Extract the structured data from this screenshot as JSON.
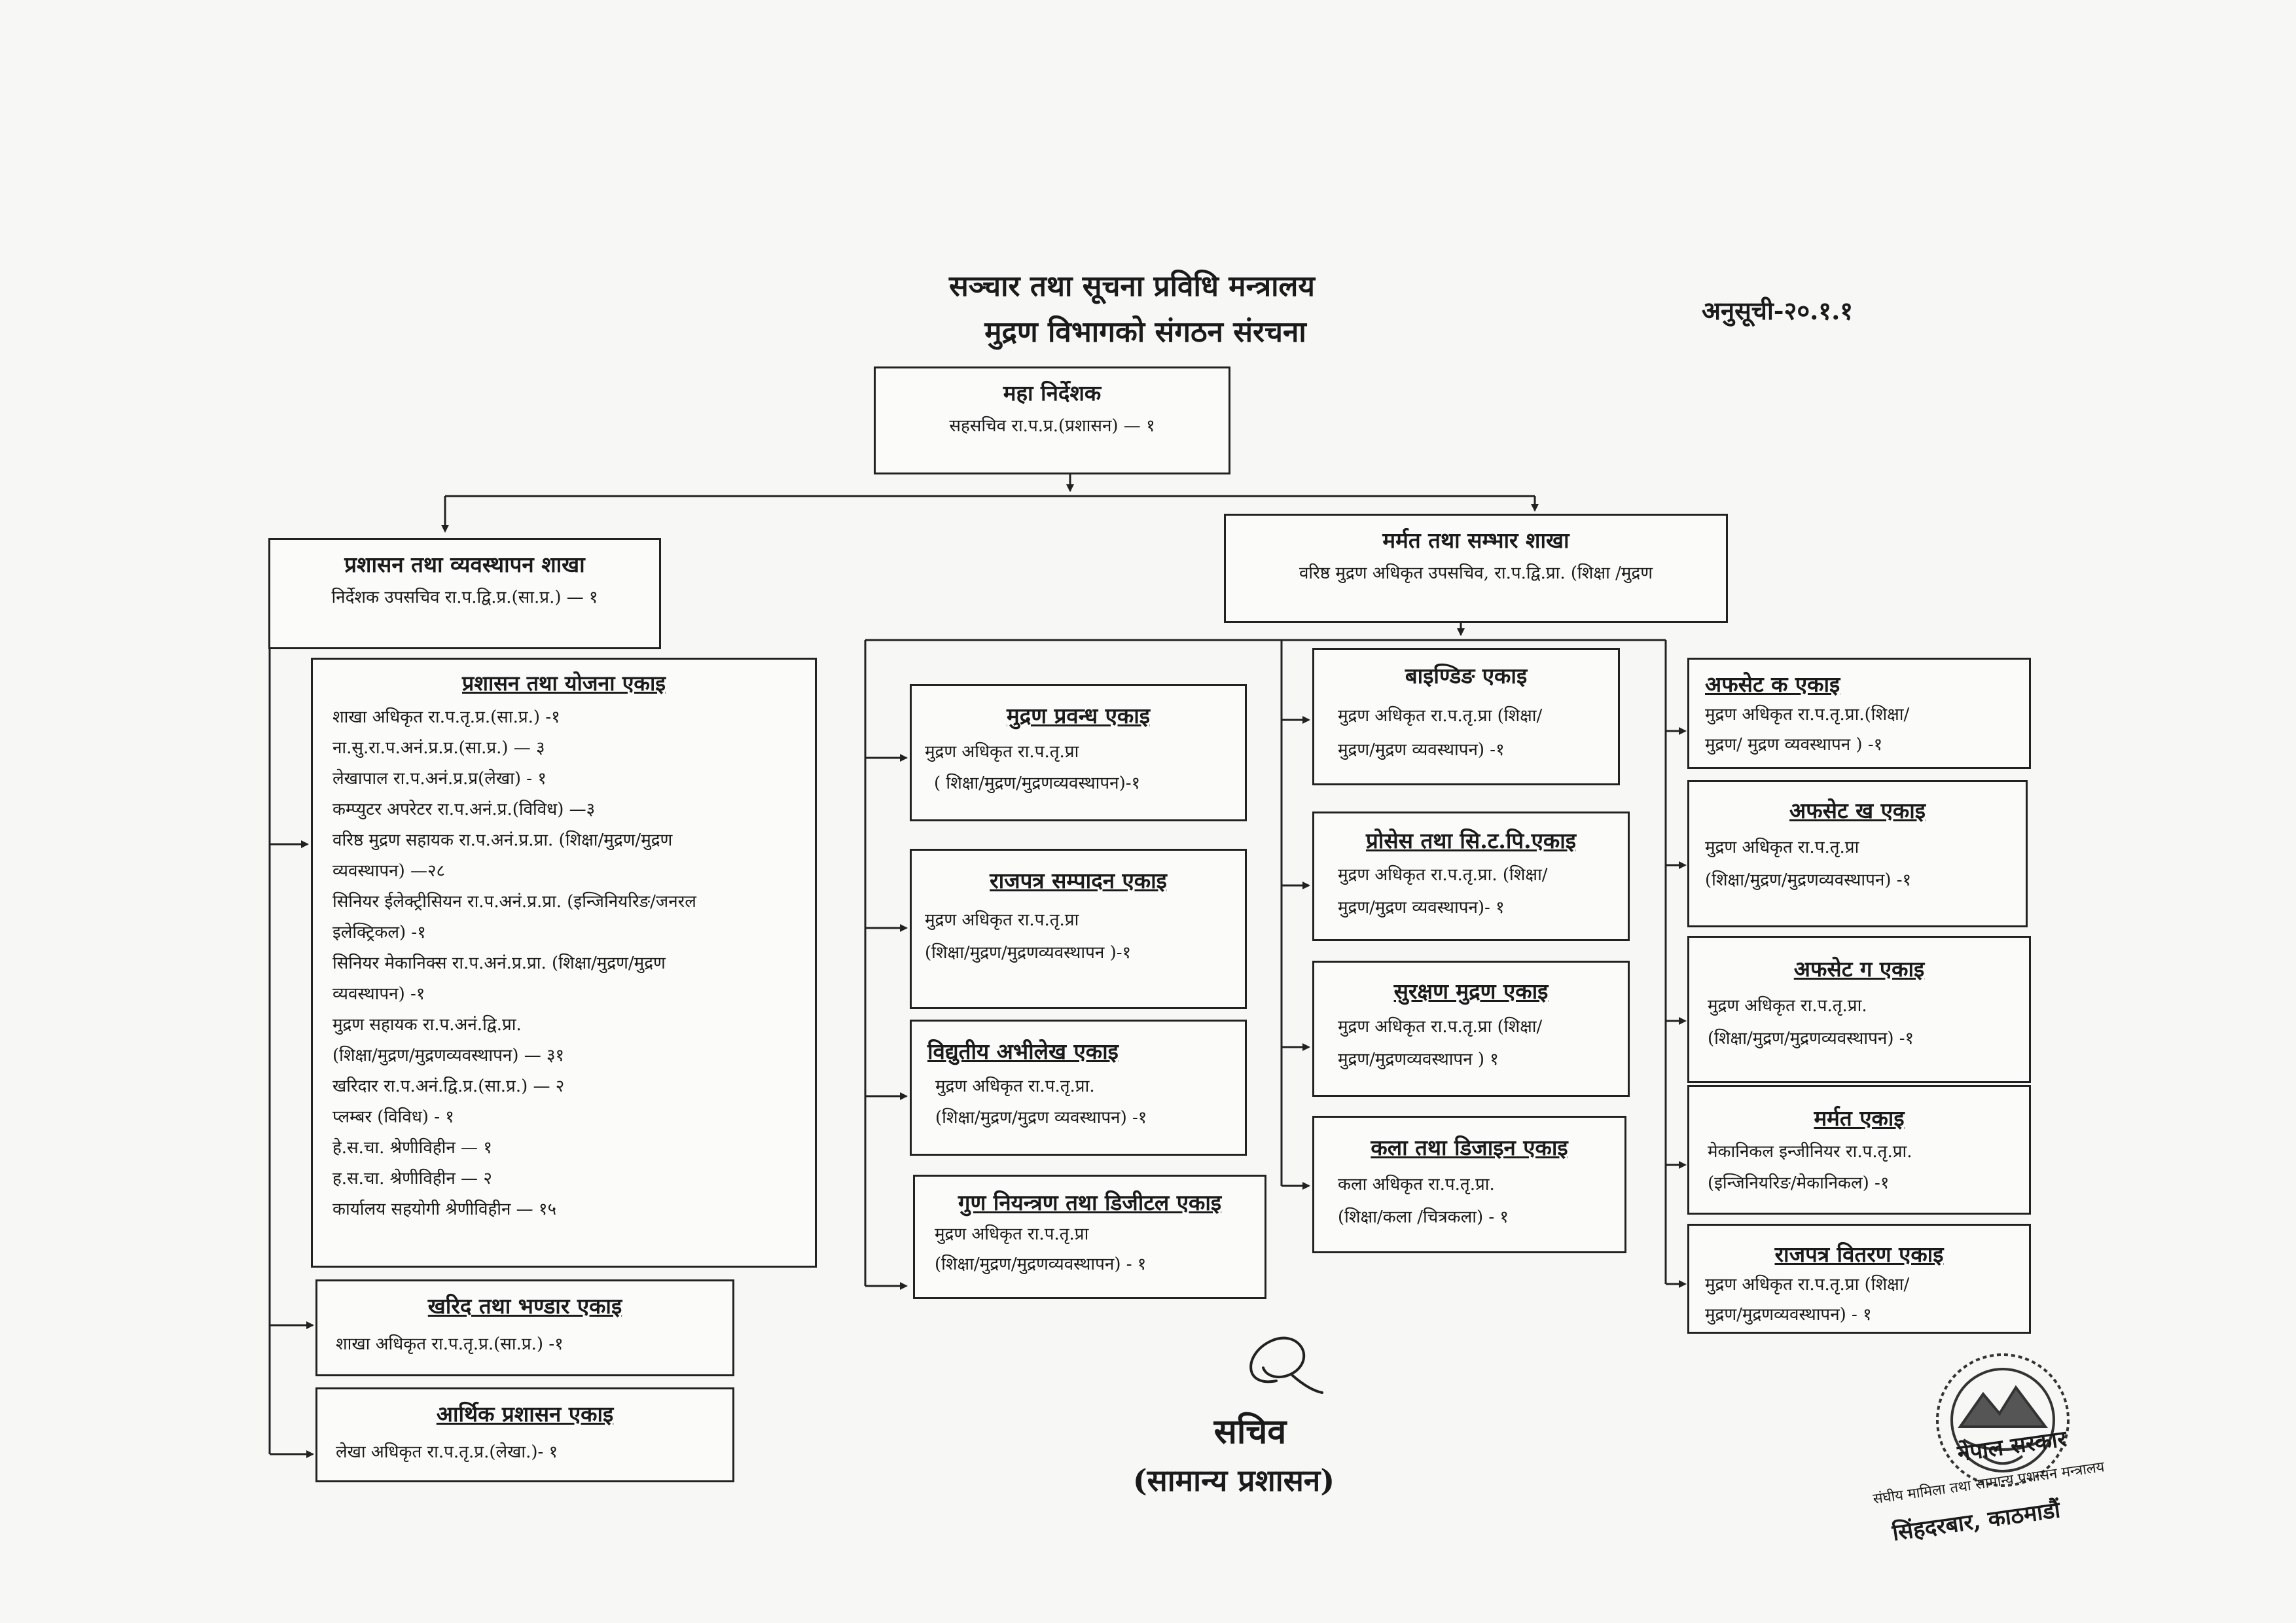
{
  "header": {
    "ministry": "सञ्चार तथा सूचना प्रविधि मन्त्रालय",
    "title": "मुद्रण विभागको संगठन संरचना",
    "annex": "अनुसूची-२०.१.१"
  },
  "director_general": {
    "title": "महा निर्देशक",
    "line": "सहसचिव रा.प.प्र.(प्रशासन) — १"
  },
  "admin_branch": {
    "title": "प्रशासन तथा व्यवस्थापन शाखा",
    "line": "निर्देशक उपसचिव रा.प.द्वि.प्र.(सा.प्र.) — १"
  },
  "maintenance_branch": {
    "title": "मर्मत तथा सम्भार शाखा",
    "line": "वरिष्ठ मुद्रण अधिकृत उपसचिव, रा.प.द्वि.प्रा. (शिक्षा /मुद्रण"
  },
  "admin_planning_unit": {
    "title": "प्रशासन तथा योजना एकाइ",
    "lines": [
      "शाखा अधिकृत रा.प.तृ.प्र.(सा.प्र.) -१",
      "ना.सु.रा.प.अनं.प्र.प्र.(सा.प्र.) — ३",
      "लेखापाल रा.प.अनं.प्र.प्र(लेखा) - १",
      "कम्प्युटर अपरेटर रा.प.अनं.प्र.(विविध) —३",
      "वरिष्ठ मुद्रण सहायक रा.प.अनं.प्र.प्रा. (शिक्षा/मुद्रण/मुद्रण",
      "व्यवस्थापन) —२८",
      "सिनियर ईलेक्ट्रीसियन रा.प.अनं.प्र.प्रा. (इन्जिनियरिङ/जनरल",
      "इलेक्ट्रिकल) -१",
      "सिनियर मेकानिक्स रा.प.अनं.प्र.प्रा. (शिक्षा/मुद्रण/मुद्रण",
      "व्यवस्थापन) -१",
      "मुद्रण सहायक रा.प.अनं.द्वि.प्रा.",
      "(शिक्षा/मुद्रण/मुद्रणव्यवस्थापन) — ३१",
      "खरिदार रा.प.अनं.द्वि.प्र.(सा.प्र.) — २",
      "प्लम्बर (विविध) - १",
      "हे.स.चा. श्रेणीविहीन — १",
      "ह.स.चा. श्रेणीविहीन — २",
      "कार्यालय सहयोगी श्रेणीविहीन — १५"
    ]
  },
  "purchase_unit": {
    "title": "खरिद तथा भण्डार एकाइ",
    "line": "शाखा अधिकृत रा.प.तृ.प्र.(सा.प्र.) -१"
  },
  "finance_unit": {
    "title": "आर्थिक प्रशासन एकाइ",
    "line": "लेखा अधिकृत रा.प.तृ.प्र.(लेखा.)- १"
  },
  "print_mgmt_unit": {
    "title": "मुद्रण प्रवन्ध एकाइ",
    "l1": "मुद्रण अधिकृत रा.प.तृ.प्रा",
    "l2": "( शिक्षा/मुद्रण/मुद्रणव्यवस्थापन)-१"
  },
  "gazette_edit_unit": {
    "title": "राजपत्र सम्पादन एकाइ",
    "l1": "मुद्रण अधिकृत रा.प.तृ.प्रा",
    "l2": "(शिक्षा/मुद्रण/मुद्रणव्यवस्थापन )-१"
  },
  "electronic_record_unit": {
    "title": "विद्युतीय अभीलेख एकाइ",
    "l1": "मुद्रण अधिकृत रा.प.तृ.प्रा.",
    "l2": "(शिक्षा/मुद्रण/मुद्रण व्यवस्थापन) -१"
  },
  "quality_digital_unit": {
    "title": "गुण नियन्त्रण तथा डिजीटल एकाइ",
    "l1": "मुद्रण अधिकृत रा.प.तृ.प्रा",
    "l2": "(शिक्षा/मुद्रण/मुद्रणव्यवस्थापन) - १"
  },
  "binding_unit": {
    "title": "बाइण्डिङ एकाइ",
    "l1": "मुद्रण अधिकृत रा.प.तृ.प्रा (शिक्षा/",
    "l2": "मुद्रण/मुद्रण व्यवस्थापन) -१"
  },
  "process_ctp_unit": {
    "title": "प्रोसेस तथा सि.ट.पि.एकाइ",
    "l1": "मुद्रण अधिकृत रा.प.तृ.प्रा. (शिक्षा/",
    "l2": "मुद्रण/मुद्रण व्यवस्थापन)- १"
  },
  "security_print_unit": {
    "title": "सुरक्षण मुद्रण एकाइ",
    "l1": "मुद्रण अधिकृत रा.प.तृ.प्रा (शिक्षा/",
    "l2": "मुद्रण/मुद्रणव्यवस्थापन ) १"
  },
  "art_design_unit": {
    "title": "कला तथा डिजाइन एकाइ",
    "l1": "कला अधिकृत रा.प.तृ.प्रा.",
    "l2": "(शिक्षा/कला /चित्रकला) - १"
  },
  "offset_ka_unit": {
    "title": "अफसेट क एकाइ",
    "l1": "मुद्रण अधिकृत रा.प.तृ.प्रा.(शिक्षा/",
    "l2": "मुद्रण/ मुद्रण व्यवस्थापन ) -१"
  },
  "offset_kha_unit": {
    "title": "अफसेट ख एकाइ",
    "l1": "मुद्रण अधिकृत रा.प.तृ.प्रा",
    "l2": "(शिक्षा/मुद्रण/मुद्रणव्यवस्थापन) -१"
  },
  "offset_ga_unit": {
    "title": "अफसेट ग एकाइ",
    "l1": "मुद्रण अधिकृत रा.प.तृ.प्रा.",
    "l2": "(शिक्षा/मुद्रण/मुद्रणव्यवस्थापन) -१"
  },
  "repair_unit": {
    "title": "मर्मत एकाइ",
    "l1": "मेकानिकल इन्जीनियर रा.प.तृ.प्रा.",
    "l2": "(इन्जिनियरिङ/मेकानिकल) -१"
  },
  "gazette_dist_unit": {
    "title": "राजपत्र वितरण एकाइ",
    "l1": "मुद्रण अधिकृत रा.प.तृ.प्रा (शिक्षा/",
    "l2": "मुद्रण/मुद्रणव्यवस्थापन) - १"
  },
  "signature": {
    "title": "सचिव",
    "subtitle": "(सामान्य प्रशासन)"
  },
  "seal": {
    "top": "नेपाल सरकार",
    "middle": "संघीय मामिला तथा सामान्य प्रशासन मन्त्रालय",
    "bottom": "सिंहदरबार, काठमाडौं"
  }
}
